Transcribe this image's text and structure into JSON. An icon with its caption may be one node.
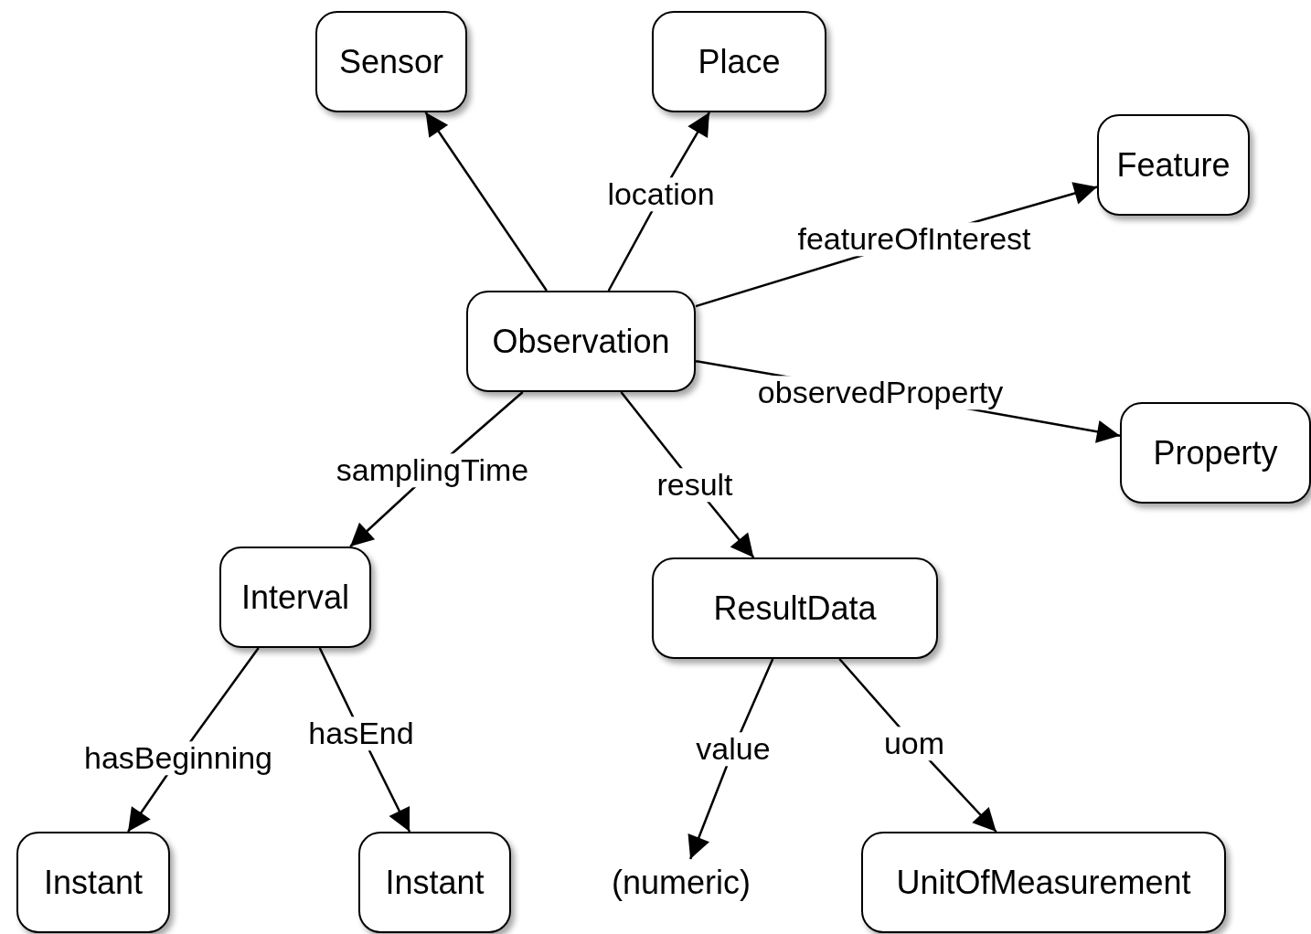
{
  "diagram": {
    "nodes": [
      {
        "text": [
          "Sensor"
        ]
      },
      {
        "text": [
          "Place"
        ]
      },
      {
        "text": [
          "Feature"
        ]
      },
      {
        "text": [
          "Observation"
        ]
      },
      {
        "text": [
          "Property"
        ]
      },
      {
        "text": [
          "Interval"
        ]
      },
      {
        "text": [
          "ResultData"
        ]
      },
      {
        "text": [
          "Instant"
        ]
      },
      {
        "text": [
          "Instant"
        ]
      },
      {
        "text": [
          "(numeric)"
        ]
      },
      {
        "text": [
          "UnitOfMeasurement"
        ]
      }
    ],
    "edges": [
      {
        "from": 3,
        "to": 0,
        "arrow": "to"
      },
      {
        "from": 3,
        "to": 1,
        "arrow": "to",
        "label": "location"
      },
      {
        "from": 3,
        "to": 2,
        "arrow": "to",
        "label": "featureOfInterest"
      },
      {
        "from": 3,
        "to": 4,
        "arrow": "to",
        "label": "observedProperty"
      },
      {
        "from": 3,
        "to": 5,
        "arrow": "to",
        "label": "samplingTime"
      },
      {
        "from": 3,
        "to": 6,
        "arrow": "to",
        "label": "result"
      },
      {
        "from": 5,
        "to": 7,
        "arrow": "to",
        "label": "hasBeginning"
      },
      {
        "from": 5,
        "to": 8,
        "arrow": "to",
        "label": "hasEnd"
      },
      {
        "from": 6,
        "to": 9,
        "arrow": "to",
        "label": "value"
      },
      {
        "from": 6,
        "to": 10,
        "arrow": "to",
        "label": "uom"
      }
    ]
  }
}
